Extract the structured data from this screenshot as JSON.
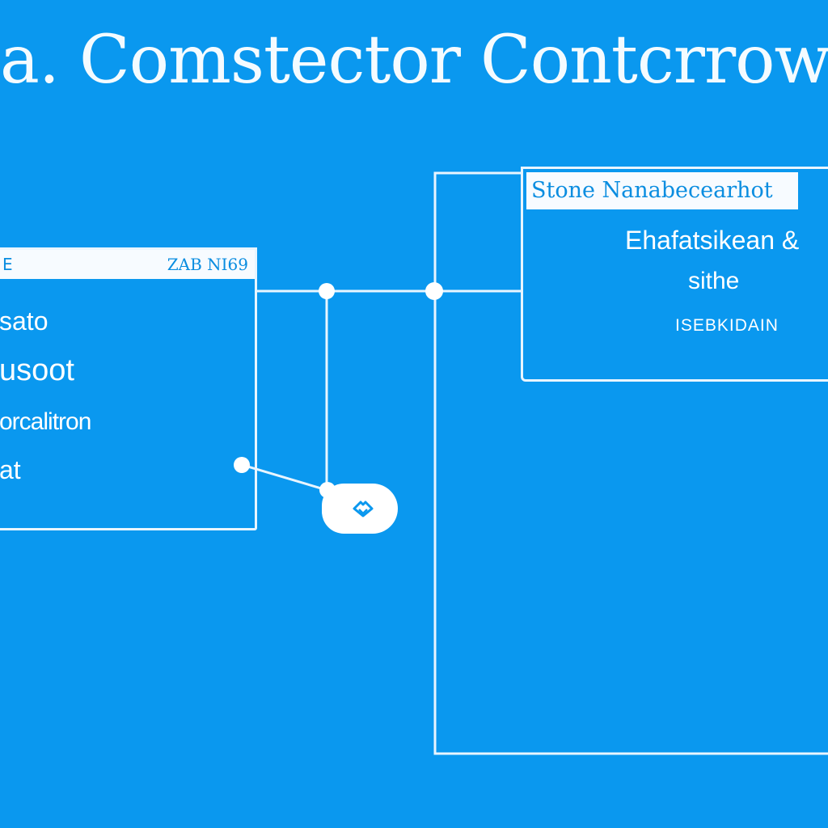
{
  "title": "a. Comstector Contcrrowet l",
  "left_panel": {
    "header_left": "E",
    "header_right": "ZAB NI69",
    "fields": [
      "sato",
      "usoot",
      "orcalitron",
      "at"
    ]
  },
  "right_panel": {
    "header": "Stone Nanabecearhot",
    "lines": [
      "Ehafatsikean &",
      "sithe",
      "ISEBKIDAIN"
    ]
  },
  "connector": {
    "icon": "link-icon"
  },
  "colors": {
    "background": "#0a98ef",
    "stroke": "#e8f5ff",
    "header_text": "#0a8de0"
  }
}
